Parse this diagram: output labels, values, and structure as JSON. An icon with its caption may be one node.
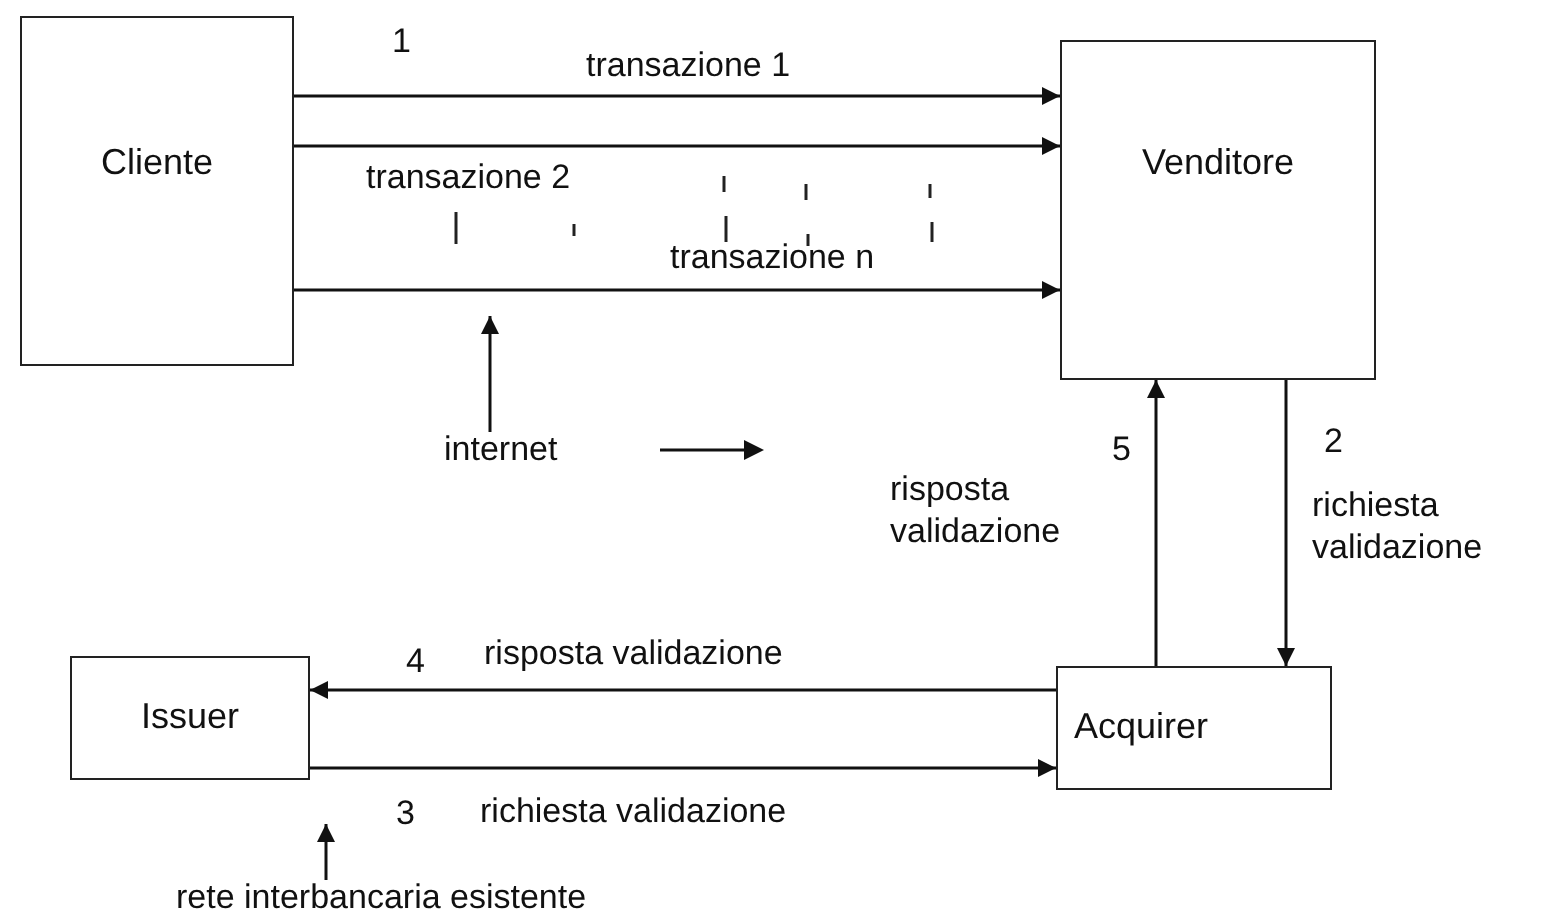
{
  "diagram": {
    "nodes": [
      {
        "text": [
          "Cliente"
        ]
      },
      {
        "text": [
          "Venditore"
        ]
      },
      {
        "text": [
          "Issuer"
        ]
      },
      {
        "text": [
          "Acquirer"
        ]
      },
      {
        "text": [
          "internet"
        ]
      },
      {
        "text": [
          "rete interbancaria esistente"
        ]
      }
    ],
    "edges": [
      {
        "from": 0,
        "to": 1,
        "arrow": "to",
        "label": "transazione 1"
      },
      {
        "from": 0,
        "to": 1,
        "arrow": "to",
        "label": "transazione 2"
      },
      {
        "from": 0,
        "to": 1,
        "arrow": "to",
        "label": "transazione n"
      },
      {
        "from": 1,
        "to": 3,
        "arrow": "to",
        "label": "richiesta validazione"
      },
      {
        "from": 3,
        "to": 1,
        "arrow": "to",
        "label": "risposta validazione"
      },
      {
        "from": 3,
        "to": 2,
        "arrow": "to",
        "label": "risposta validazione"
      },
      {
        "from": 2,
        "to": 3,
        "arrow": "to",
        "label": "richiesta validazione"
      },
      {
        "from": 4,
        "to": null,
        "arrow": "to"
      },
      {
        "from": 5,
        "to": null,
        "arrow": "to"
      }
    ],
    "labels": [
      "1",
      "5",
      "2",
      "4",
      "3"
    ]
  }
}
